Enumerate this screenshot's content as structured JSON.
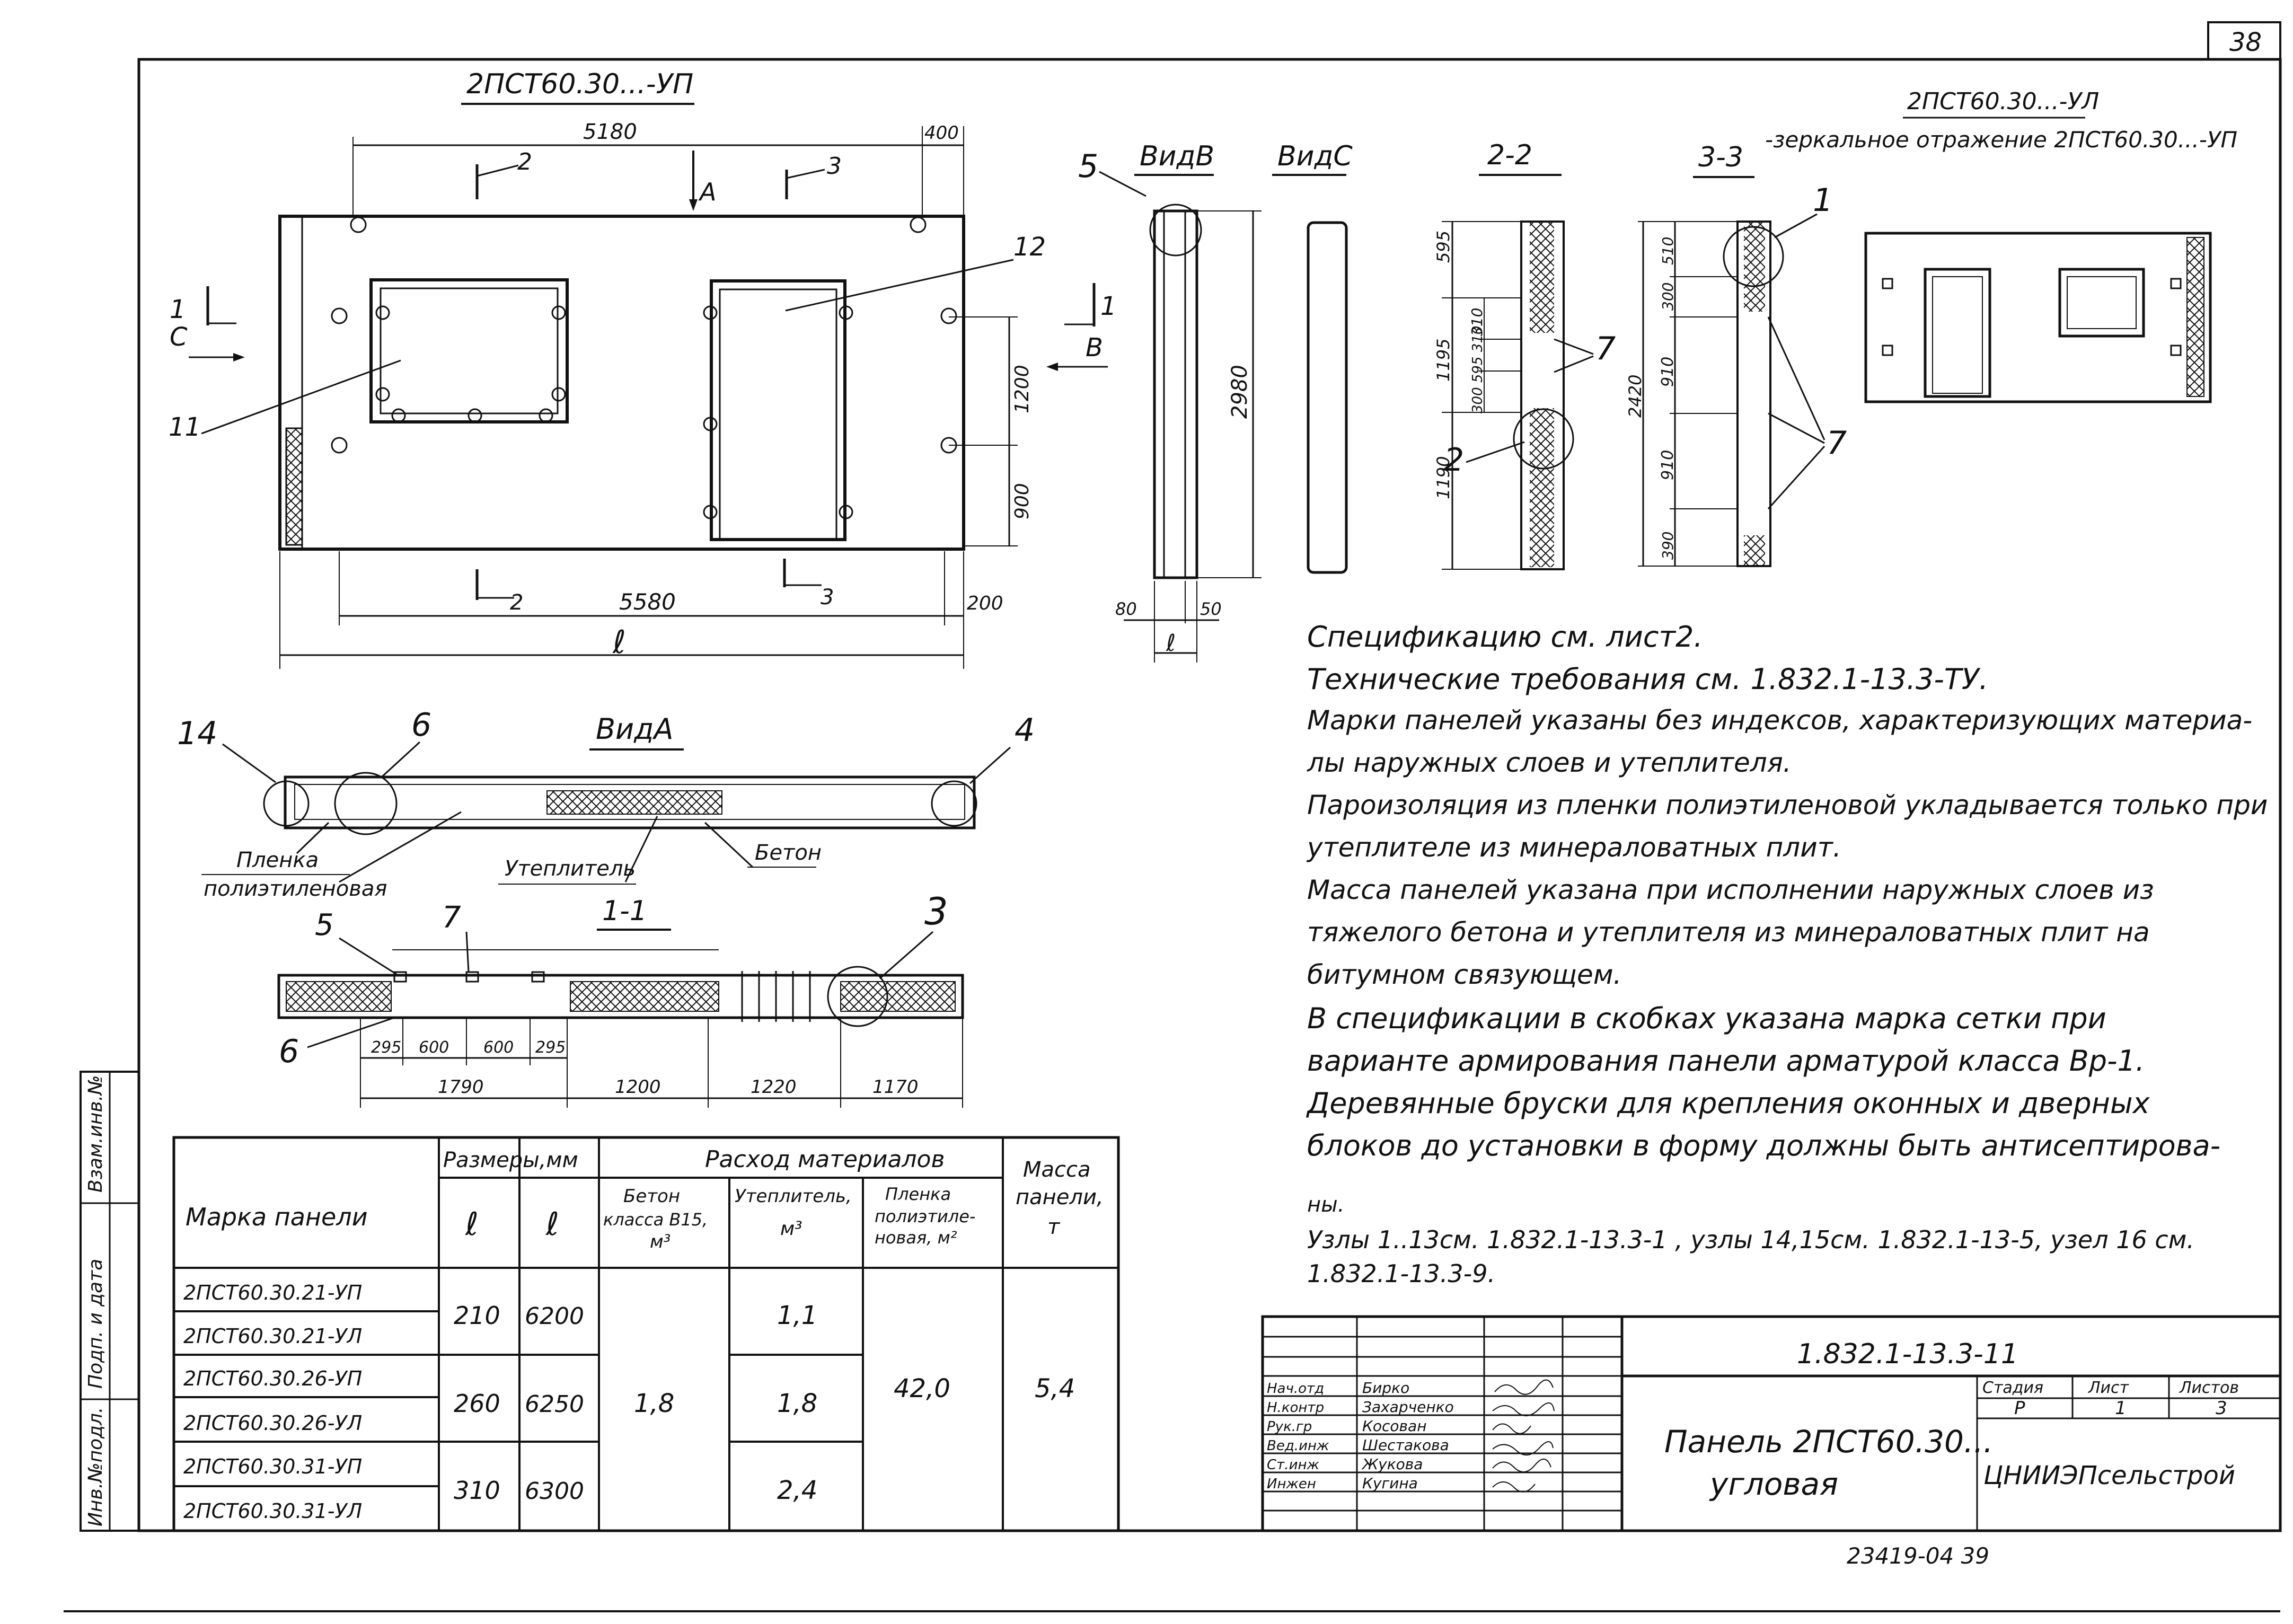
{
  "sheet_number": "38",
  "drawing_title": "2ПСТ60.30...-УП",
  "mirror_title": "2ПСТ60.30...-УЛ",
  "mirror_note": "-зеркальное отражение 2ПСТ60.30...-УП",
  "dims": {
    "d5180": "5180",
    "d400": "400",
    "d5580": "5580",
    "d200": "200",
    "d1200": "1200",
    "d900": "900",
    "l": "ℓ",
    "d2980": "2980",
    "d80": "80",
    "d50": "50",
    "b": "ℓ",
    "s595": "595",
    "s1195": "1195",
    "s310": "310",
    "s300595310": "300 595 310",
    "s1190": "1190",
    "s2420": "2420",
    "s910a": "910",
    "s910b": "910",
    "s300": "300",
    "s390": "390",
    "s510": "510",
    "sec11": [
      "295",
      "600",
      "600",
      "295"
    ],
    "sec11b": [
      "1790",
      "1200",
      "1220",
      "1170"
    ]
  },
  "labels": {
    "cut2a": "2",
    "cut3a": "3",
    "viewA": "A",
    "cut1a": "1",
    "viewC": "C",
    "cut1b": "1",
    "viewB": "B",
    "n12": "12",
    "n11": "11",
    "cut2b": "2",
    "cut3b": "3",
    "n5top": "5",
    "vidB": "ВидВ",
    "vidC": "ВидС",
    "sec22": "2-2",
    "sec33": "3-3",
    "n1": "1",
    "n7a": "7",
    "n2": "2",
    "n7b": "7",
    "n14": "14",
    "n6": "6",
    "vidA": "ВидА",
    "n4": "4",
    "plenka": "Пленка",
    "polietilen": "полиэтиленовая",
    "uteplitel": "Утеплитель",
    "beton": "Бетон",
    "sec11": "1-1",
    "n5b": "5",
    "n7c": "7",
    "n3": "3",
    "n6b": "6"
  },
  "notes": [
    "Спецификацию см. лист2.",
    "Технические требования см. 1.832.1-13.3-ТУ.",
    "Марки панелей указаны без индексов, характеризующих материа-",
    "лы наружных слоев и утеплителя.",
    "Пароизоляция из пленки полиэтиленовой укладывается только при",
    "утеплителе из минераловатных плит.",
    "Масса панелей указана при исполнении наружных слоев из",
    "тяжелого бетона и утеплителя из минераловатных плит на",
    "битумном связующем.",
    "В спецификации в скобках указана марка сетки при",
    "варианте армирования панели арматурой класса Вр-1.",
    "Деревянные бруски для крепления оконных и дверных",
    "блоков до установки в форму должны быть антисептирова-",
    "ны.",
    "Узлы 1..13см. 1.832.1-13.3-1     , узлы 14,15см. 1.832.1-13-5, узел 16 см.",
    "1.832.1-13.3-9."
  ],
  "table": {
    "col_marka": "Марка панели",
    "col_sizes": "Размеры,мм",
    "col_b": "ℓ",
    "col_l": "ℓ",
    "col_rashod": "Расход материалов",
    "col_beton": [
      "Бетон",
      "класса В15,",
      "м³"
    ],
    "col_utepl": [
      "Утеплитель,",
      "м³"
    ],
    "col_plenka": [
      "Пленка",
      "полиэтиле-",
      "новая, м²"
    ],
    "col_massa": [
      "Масса",
      "панели,",
      "т"
    ],
    "rows": [
      "2ПСТ60.30.21-УП",
      "2ПСТ60.30.21-УЛ",
      "2ПСТ60.30.26-УП",
      "2ПСТ60.30.26-УЛ",
      "2ПСТ60.30.31-УП",
      "2ПСТ60.30.31-УЛ"
    ],
    "b_vals": [
      "210",
      "260",
      "310"
    ],
    "l_vals": [
      "6200",
      "6250",
      "6300"
    ],
    "beton": "1,8",
    "utepl": [
      "1,1",
      "1,8",
      "2,4"
    ],
    "plenka": "42,0",
    "massa": "5,4"
  },
  "stamp": {
    "code": "1.832.1-13.3-11",
    "roles": [
      "Нач.отд",
      "Н.контр",
      "Рук.гр",
      "Вед.инж",
      "Ст.инж",
      "Инжен"
    ],
    "names": [
      "Бирко",
      "Захарченко",
      "Косован",
      "Шестакова",
      "Жукова",
      "Кугина"
    ],
    "title1": "Панель 2ПСТ60.30...",
    "title2": "угловая",
    "stadia_h": "Стадия",
    "list_h": "Лист",
    "listov_h": "Листов",
    "stadia": "Р",
    "list": "1",
    "listov": "3",
    "org": "ЦНИИЭПсельстрой"
  },
  "side_strip": [
    "Инв.№подл.",
    "Подп. и дата",
    "Взам.инв.№"
  ],
  "bottom_code": "23419-04  39"
}
